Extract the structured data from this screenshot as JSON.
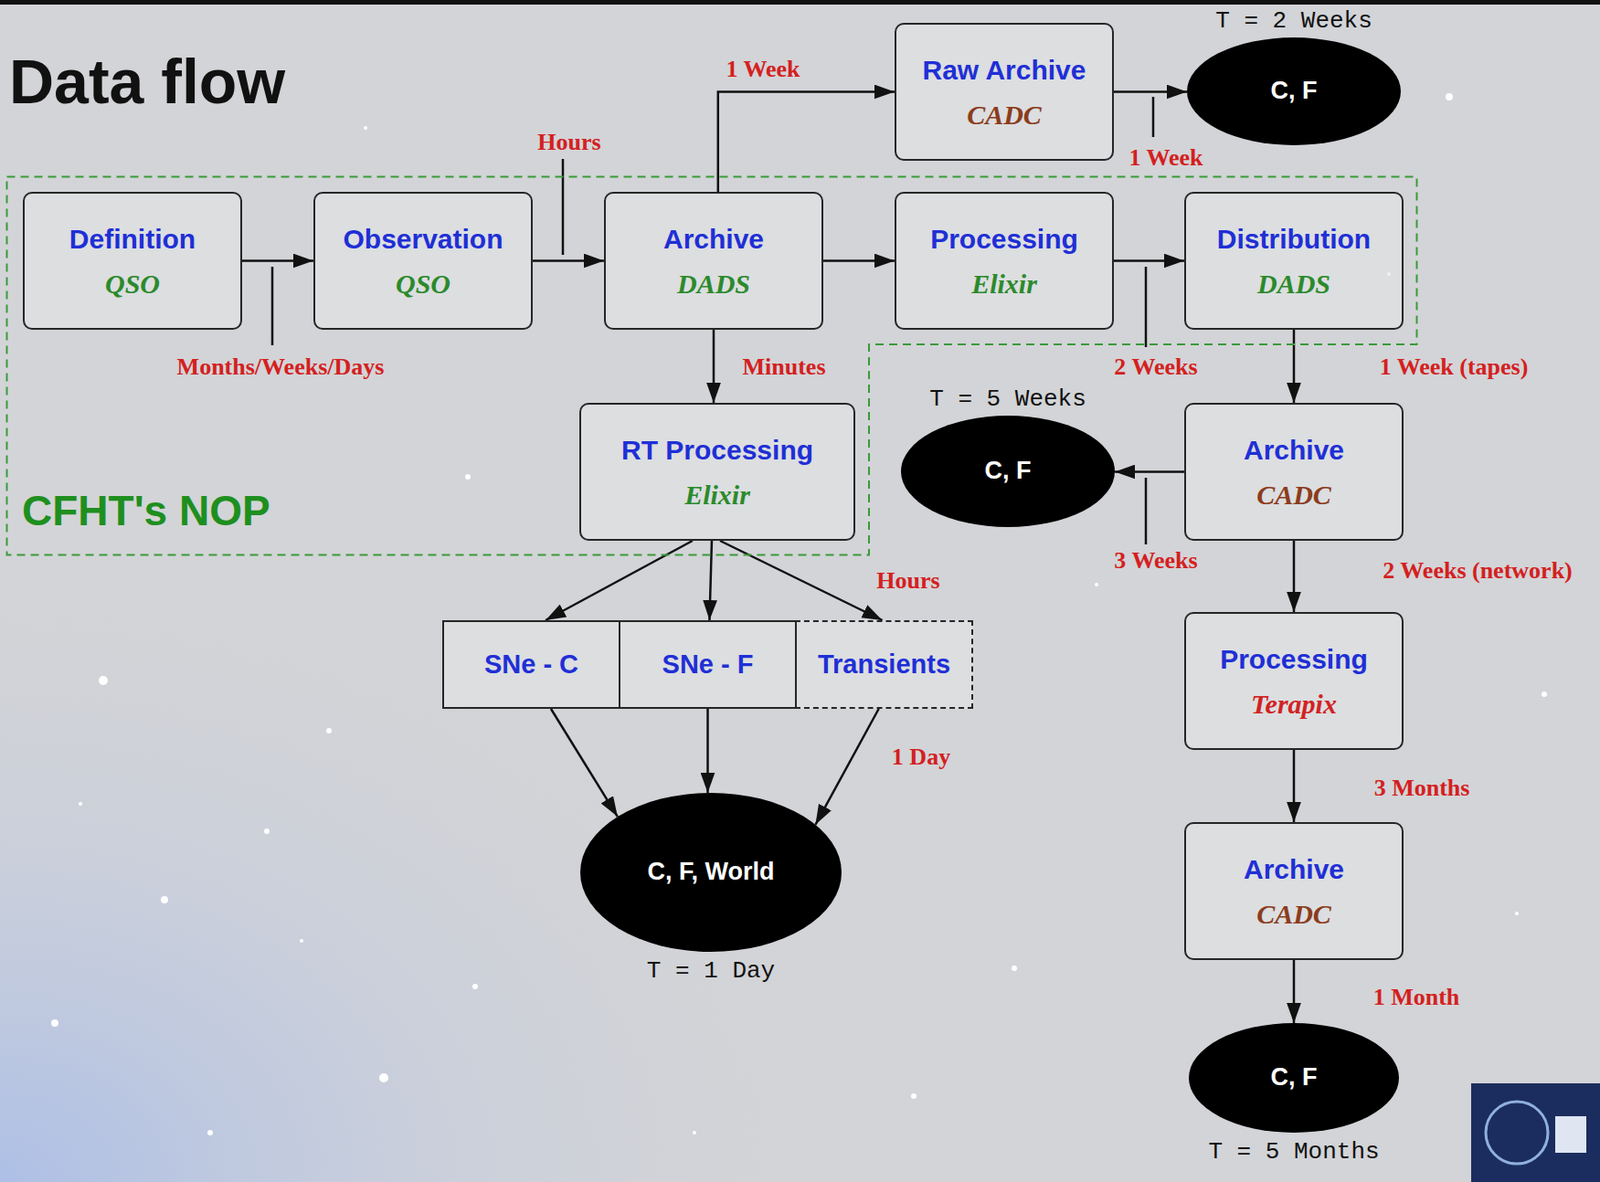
{
  "diagram": {
    "title": "Data flow",
    "nodes": [
      {
        "text": [
          "CFHT's NOP"
        ]
      },
      {
        "text": [
          "Raw Archive",
          "CADC"
        ]
      },
      {
        "text": [
          "T = 2 Weeks",
          "C, F"
        ]
      },
      {
        "text": [
          "Definition",
          "QSO"
        ],
        "in": 0
      },
      {
        "text": [
          "Observation",
          "QSO"
        ],
        "in": 0
      },
      {
        "text": [
          "Archive",
          "DADS"
        ],
        "in": 0
      },
      {
        "text": [
          "Processing",
          "Elixir"
        ],
        "in": 0
      },
      {
        "text": [
          "Distribution",
          "DADS"
        ],
        "in": 0
      },
      {
        "text": [
          "T = 5 Weeks",
          "C, F"
        ]
      },
      {
        "text": [
          "Archive",
          "CADC"
        ]
      },
      {
        "text": [
          "RT Processing",
          "Elixir"
        ],
        "in": 0
      },
      {
        "text": [
          "SNe - C"
        ]
      },
      {
        "text": [
          "SNe - F"
        ]
      },
      {
        "text": [
          "Transients"
        ]
      },
      {
        "text": [
          "Processing",
          "Terapix"
        ]
      },
      {
        "text": [
          "C, F, World",
          "T = 1 Day"
        ]
      },
      {
        "text": [
          "Archive",
          "CADC"
        ]
      },
      {
        "text": [
          "C, F",
          "T = 5 Months"
        ]
      }
    ],
    "edges": [
      {
        "from": 3,
        "to": 4,
        "arrow": "to",
        "label": "Months/Weeks/Days"
      },
      {
        "from": 4,
        "to": 5,
        "arrow": "to",
        "label": "Hours"
      },
      {
        "from": 5,
        "to": 1,
        "arrow": "to",
        "label": "1 Week"
      },
      {
        "from": 1,
        "to": 2,
        "arrow": "to",
        "label": "1 Week"
      },
      {
        "from": 5,
        "to": 6,
        "arrow": "to"
      },
      {
        "from": 6,
        "to": 7,
        "arrow": "to",
        "label": "2 Weeks"
      },
      {
        "from": 5,
        "to": 10,
        "arrow": "to",
        "label": "Minutes"
      },
      {
        "from": 7,
        "to": 9,
        "arrow": "to",
        "label": "1 Week (tapes)"
      },
      {
        "from": 9,
        "to": 8,
        "arrow": "to",
        "label": "3 Weeks"
      },
      {
        "from": 9,
        "to": 14,
        "arrow": "to",
        "label": "2 Weeks (network)"
      },
      {
        "from": 10,
        "to": 11,
        "arrow": "to"
      },
      {
        "from": 10,
        "to": 12,
        "arrow": "to"
      },
      {
        "from": 10,
        "to": 13,
        "arrow": "to",
        "label": "Hours"
      },
      {
        "from": 11,
        "to": 15,
        "arrow": "to"
      },
      {
        "from": 12,
        "to": 15,
        "arrow": "to"
      },
      {
        "from": 13,
        "to": 15,
        "arrow": "to",
        "label": "1 Day"
      },
      {
        "from": 14,
        "to": 16,
        "arrow": "to",
        "label": "3 Months"
      },
      {
        "from": 16,
        "to": 17,
        "arrow": "to",
        "label": "1 Month"
      }
    ]
  }
}
